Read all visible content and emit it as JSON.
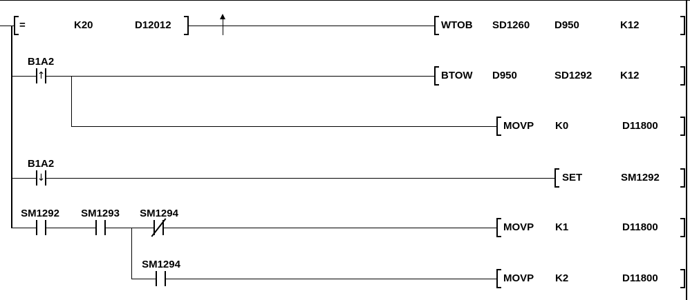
{
  "icons": {
    "rising_edge": "↑",
    "falling_edge": "↓"
  },
  "ladder": {
    "rung1": {
      "compare": {
        "mnemonic": "=",
        "arg1": "K20",
        "arg2": "D12012"
      },
      "instruction": {
        "mnemonic": "WTOB",
        "arg1": "SD1260",
        "arg2": "D950",
        "arg3": "K12"
      }
    },
    "rung2": {
      "contact_label": "B1A2",
      "instruction": {
        "mnemonic": "BTOW",
        "arg1": "D950",
        "arg2": "SD1292",
        "arg3": "K12"
      },
      "branch_instruction": {
        "mnemonic": "MOVP",
        "arg1": "K0",
        "arg2": "D11800"
      }
    },
    "rung3": {
      "contact_label": "B1A2",
      "instruction": {
        "mnemonic": "SET",
        "arg1": "SM1292"
      }
    },
    "rung4": {
      "contact1_label": "SM1292",
      "contact2_label": "SM1293",
      "contact3_label": "SM1294",
      "instruction": {
        "mnemonic": "MOVP",
        "arg1": "K1",
        "arg2": "D11800"
      },
      "branch_contact_label": "SM1294",
      "branch_instruction": {
        "mnemonic": "MOVP",
        "arg1": "K2",
        "arg2": "D11800"
      }
    }
  }
}
